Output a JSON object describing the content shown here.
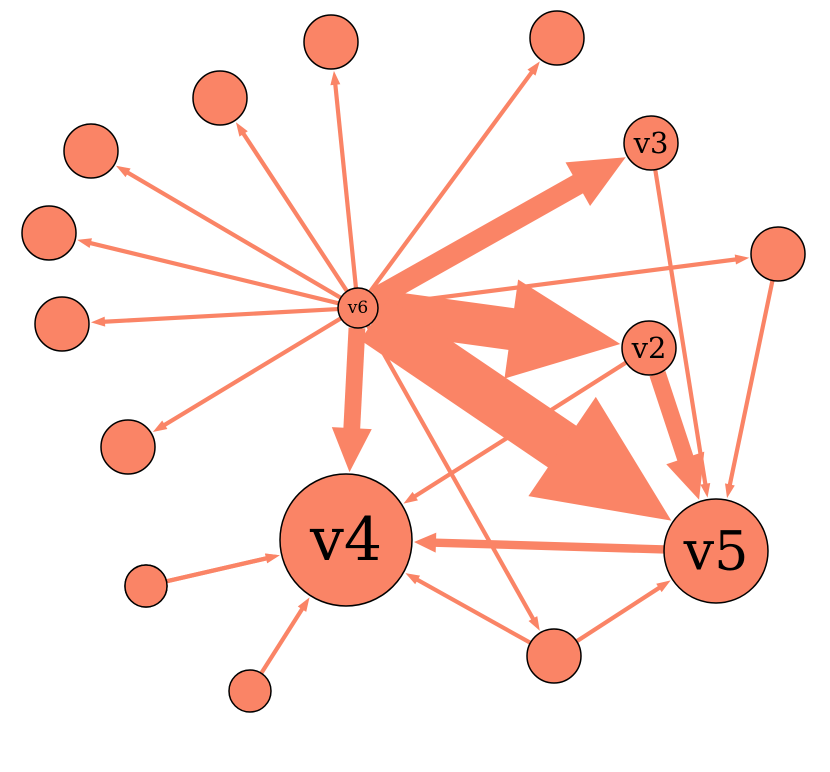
{
  "colors": {
    "node_fill": "#FA8466",
    "node_stroke": "#000000",
    "edge": "#FA8466",
    "label": "#000000",
    "background": "#ffffff"
  },
  "nodes": [
    {
      "id": "v6",
      "label": "v6"
    },
    {
      "id": "v4",
      "label": "v4"
    },
    {
      "id": "v5",
      "label": "v5"
    },
    {
      "id": "v2",
      "label": "v2"
    },
    {
      "id": "v3",
      "label": "v3"
    },
    {
      "id": "n_top1",
      "label": ""
    },
    {
      "id": "n_top2",
      "label": ""
    },
    {
      "id": "n_left1",
      "label": ""
    },
    {
      "id": "n_left2",
      "label": ""
    },
    {
      "id": "n_left3",
      "label": ""
    },
    {
      "id": "n_left4",
      "label": ""
    },
    {
      "id": "n_left5",
      "label": ""
    },
    {
      "id": "n_left6",
      "label": ""
    },
    {
      "id": "n_right1",
      "label": ""
    },
    {
      "id": "n_bottom1",
      "label": ""
    },
    {
      "id": "n_bottom2",
      "label": ""
    },
    {
      "id": "n_bottom3",
      "label": ""
    }
  ],
  "edges": [
    {
      "source": "v6",
      "target": "n_top1",
      "weight": 1
    },
    {
      "source": "v6",
      "target": "n_top2",
      "weight": 1
    },
    {
      "source": "v6",
      "target": "n_left1",
      "weight": 1
    },
    {
      "source": "v6",
      "target": "n_left2",
      "weight": 1
    },
    {
      "source": "v6",
      "target": "n_left3",
      "weight": 1
    },
    {
      "source": "v6",
      "target": "n_left4",
      "weight": 1
    },
    {
      "source": "v6",
      "target": "n_left5",
      "weight": 1
    },
    {
      "source": "v6",
      "target": "v3",
      "weight": 5
    },
    {
      "source": "v6",
      "target": "n_right1",
      "weight": 1
    },
    {
      "source": "v6",
      "target": "v2",
      "weight": 10
    },
    {
      "source": "v6",
      "target": "v5",
      "weight": 12
    },
    {
      "source": "v6",
      "target": "v4",
      "weight": 4
    },
    {
      "source": "v6",
      "target": "n_bottom3",
      "weight": 1
    },
    {
      "source": "v3",
      "target": "v5",
      "weight": 1
    },
    {
      "source": "n_right1",
      "target": "v5",
      "weight": 1
    },
    {
      "source": "v2",
      "target": "v5",
      "weight": 4
    },
    {
      "source": "v2",
      "target": "v4",
      "weight": 1
    },
    {
      "source": "v5",
      "target": "v4",
      "weight": 2
    },
    {
      "source": "n_left6",
      "target": "v4",
      "weight": 1
    },
    {
      "source": "n_bottom1",
      "target": "v4",
      "weight": 1
    },
    {
      "source": "n_bottom2",
      "target": "v4",
      "weight": 1
    },
    {
      "source": "n_bottom3",
      "target": "v4",
      "weight": 1
    },
    {
      "source": "n_bottom3",
      "target": "v5",
      "weight": 1
    }
  ]
}
